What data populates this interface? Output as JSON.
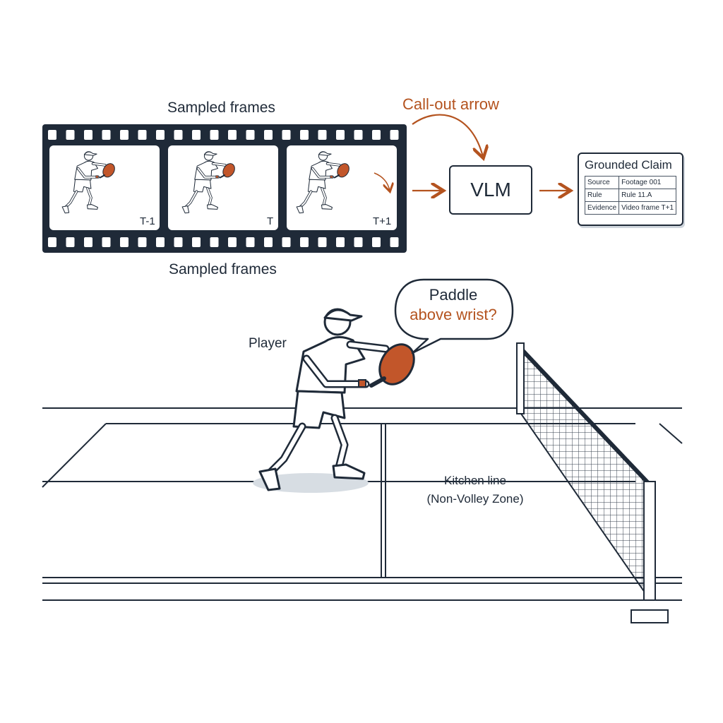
{
  "filmstrip": {
    "title_top": "Sampled frames",
    "title_bottom": "Sampled frames",
    "frames": [
      {
        "tag": "T-1"
      },
      {
        "tag": "T"
      },
      {
        "tag": "T+1"
      }
    ]
  },
  "callout": {
    "label": "Call-out arrow"
  },
  "vlm": {
    "label": "VLM"
  },
  "grounded_claim": {
    "title": "Grounded Claim",
    "rows": [
      {
        "key": "Source",
        "value": "Footage 001"
      },
      {
        "key": "Rule",
        "value": "Rule 11.A"
      },
      {
        "key": "Evidence",
        "value": "Video frame T+1"
      }
    ]
  },
  "scene": {
    "player_label": "Player",
    "speech_line1": "Paddle",
    "speech_line2": "above wrist?",
    "kitchen_line1": "Kitchen line",
    "kitchen_line2": "(Non-Volley Zone)"
  },
  "colors": {
    "ink": "#1f2a38",
    "accent": "#b4531f",
    "paddle": "#c2562a"
  }
}
